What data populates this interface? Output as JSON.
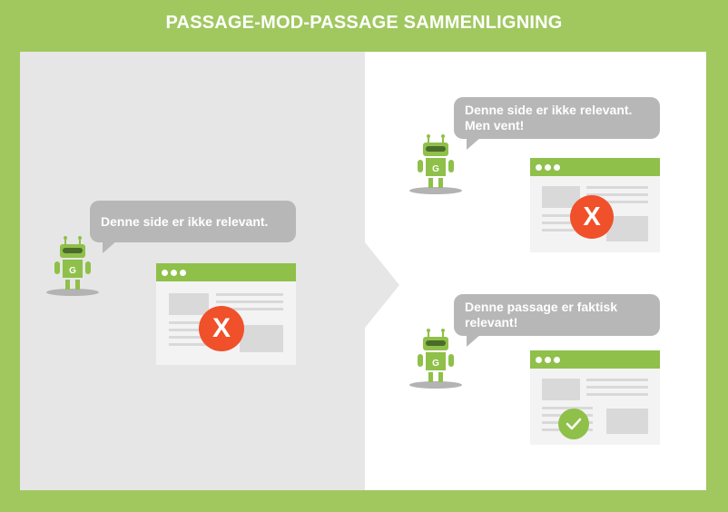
{
  "title": "PASSAGE-MOD-PASSAGE SAMMENLIGNING",
  "left": {
    "bubble": "Denne side er ikke relevant.",
    "result": "X"
  },
  "right_top": {
    "bubble": "Denne side er ikke relevant.\nMen vent!",
    "result": "X"
  },
  "right_bottom": {
    "bubble": "Denne passage er faktisk\nrelevant!",
    "result": "check-icon"
  },
  "colors": {
    "background": "#a0c85f",
    "browser_bar": "#8fc04a",
    "bubble": "#b7b7b7",
    "reject": "#f0502a",
    "accept": "#8fc04a"
  }
}
